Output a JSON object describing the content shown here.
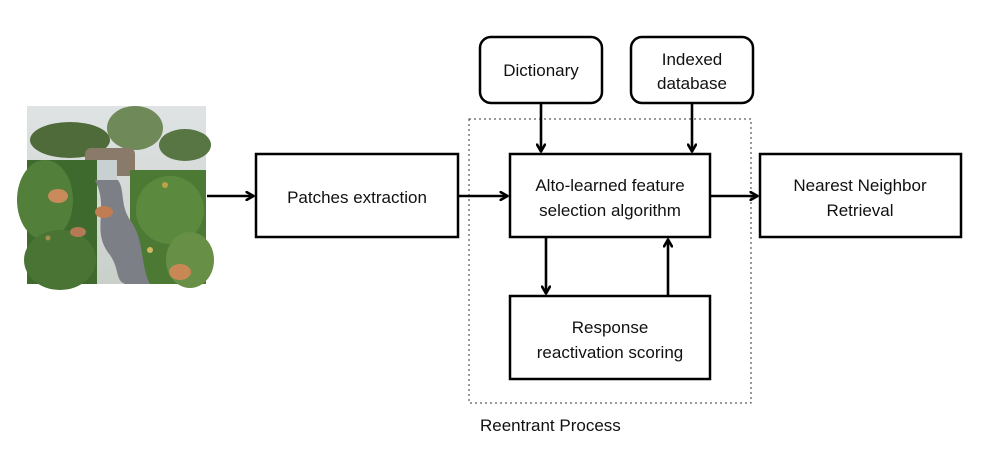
{
  "nodes": {
    "patches": {
      "label": "Patches extraction"
    },
    "selection": {
      "line1": "Alto-learned feature",
      "line2": "selection algorithm"
    },
    "nearest": {
      "line1": "Nearest Neighbor",
      "line2": "Retrieval"
    },
    "response": {
      "line1": "Response",
      "line2": "reactivation scoring"
    },
    "dictionary": {
      "label": "Dictionary"
    },
    "database": {
      "line1": "Indexed",
      "line2": "database"
    }
  },
  "process_label": "Reentrant Process",
  "colors": {
    "stroke": "#000000",
    "text": "#111111",
    "background": "#ffffff"
  }
}
